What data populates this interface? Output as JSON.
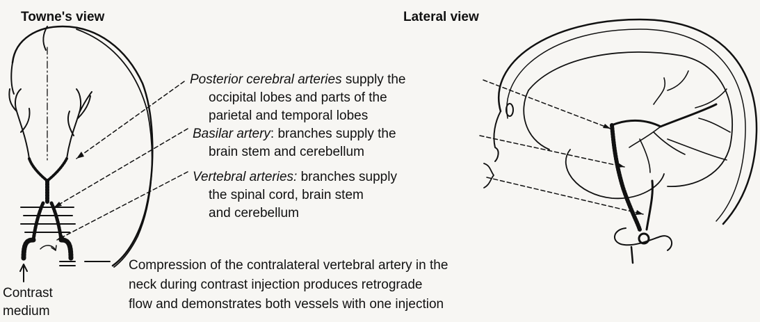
{
  "headings": {
    "left": "Towne's view",
    "right": "Lateral view"
  },
  "labels": {
    "posterior": {
      "term": "Posterior cerebral arteries",
      "line1_rest": " supply the",
      "line2": "occipital lobes and parts of the",
      "line3": "parietal and temporal lobes"
    },
    "basilar": {
      "term": "Basilar artery",
      "line1_rest": ": branches supply the",
      "line2": "brain stem and cerebellum"
    },
    "vertebral": {
      "term": "Vertebral arteries:",
      "line1_rest": " branches supply",
      "line2": "the spinal cord, brain stem",
      "line3": "and cerebellum"
    }
  },
  "compression": {
    "line1": "Compression of the contralateral vertebral artery in the",
    "line2": "neck during contrast injection produces retrograde",
    "line3": "flow and demonstrates both vessels with one injection"
  },
  "contrast": {
    "line1": "Contrast",
    "line2": "medium"
  }
}
